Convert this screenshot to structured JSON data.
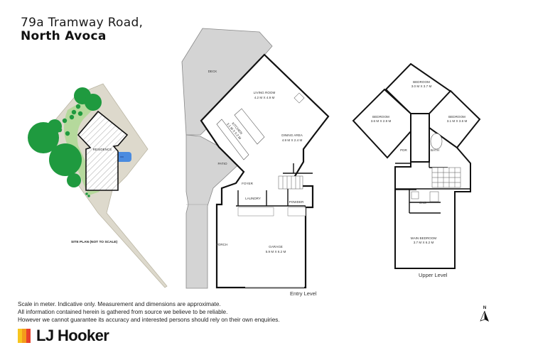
{
  "header": {
    "address_line1": "79a Tramway Road,",
    "address_line2": "North Avoca"
  },
  "site_plan": {
    "caption": "SITE PLAN (NOT TO SCALE)",
    "house_label": "RESIDENCE",
    "colors": {
      "lot": "#ddd9cc",
      "garden": "#b5d99c",
      "trees": "#1f9a3f",
      "pool": "#4a8be0"
    }
  },
  "entry_level": {
    "label": "Entry Level",
    "rooms": [
      {
        "name": "DECK",
        "dims": ""
      },
      {
        "name": "LIVING ROOM",
        "dims": "4.2 M X 4.9 M"
      },
      {
        "name": "KITCHEN",
        "dims": "3.1 M X 5.2 M"
      },
      {
        "name": "DINING AREA",
        "dims": "4.9 M X 2.4 M"
      },
      {
        "name": "PATIO",
        "dims": ""
      },
      {
        "name": "FOYER",
        "dims": ""
      },
      {
        "name": "LAUNDRY",
        "dims": ""
      },
      {
        "name": "POWDER",
        "dims": ""
      },
      {
        "name": "PORCH",
        "dims": ""
      },
      {
        "name": "GARAGE",
        "dims": "5.9 M X 6.2 M"
      }
    ]
  },
  "upper_level": {
    "label": "Upper Level",
    "rooms": [
      {
        "name": "BEDROOM",
        "dims": "3.0 M X 3.7 M"
      },
      {
        "name": "BEDROOM",
        "dims": "3.6 M X 2.9 M"
      },
      {
        "name": "BEDROOM",
        "dims": "3.1 M X 3.6 M"
      },
      {
        "name": "PDR",
        "dims": ""
      },
      {
        "name": "BATH",
        "dims": ""
      },
      {
        "name": "ENS",
        "dims": ""
      },
      {
        "name": "MAIN BEDROOM",
        "dims": "3.7 M X 6.2 M"
      }
    ]
  },
  "compass": {
    "label": "N"
  },
  "disclaimer": [
    "Scale in meter. Indicative only. Measurement and dimensions are approximate.",
    "All information contained herein is gathered from source we believe to be reliable.",
    "However we cannot guarantee its accuracy and interested persons should rely on their own enquiries."
  ],
  "brand": {
    "name": "LJ Hooker",
    "bar_colors": [
      "#f7c51e",
      "#f49a1c",
      "#e8412c"
    ]
  }
}
